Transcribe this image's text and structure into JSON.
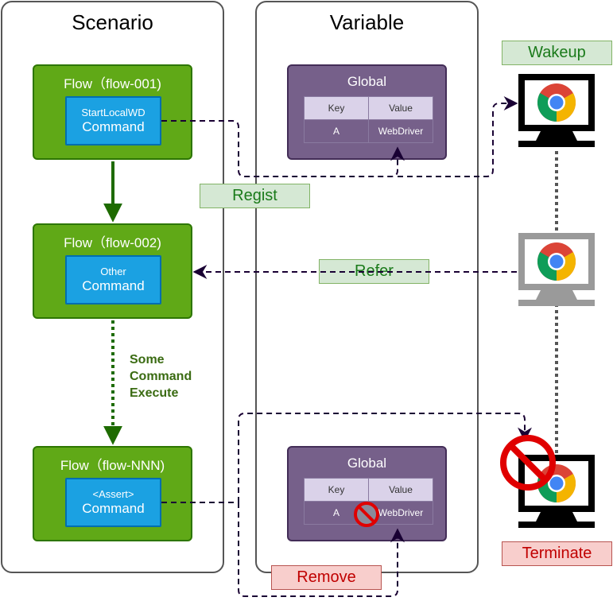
{
  "columns": {
    "scenario": "Scenario",
    "variable": "Variable"
  },
  "flows": [
    {
      "title": "Flow（flow-001)",
      "cmd_line1": "StartLocalWD",
      "cmd_line2": "Command"
    },
    {
      "title": "Flow（flow-002)",
      "cmd_line1": "Other",
      "cmd_line2": "Command"
    },
    {
      "title": "Flow（flow-NNN)",
      "cmd_line1": "<Assert>",
      "cmd_line2": "Command"
    }
  ],
  "globals": [
    {
      "title": "Global",
      "key_header": "Key",
      "value_header": "Value",
      "key": "A",
      "value": "WebDriver"
    },
    {
      "title": "Global",
      "key_header": "Key",
      "value_header": "Value",
      "key": "A",
      "value": "WebDriver"
    }
  ],
  "note": {
    "line1": "Some",
    "line2": "Command",
    "line3": "Execute"
  },
  "labels": {
    "wakeup": "Wakeup",
    "regist": "Regist",
    "refer": "Refer",
    "remove": "Remove",
    "terminate": "Terminate"
  },
  "colors": {
    "flow_fill": "#60a917",
    "command_fill": "#1ba1e2",
    "global_fill": "#76608a",
    "connector": "#190033",
    "green_label_fill": "#d5e8d4",
    "red_label_fill": "#f8cecc"
  },
  "icons": [
    "chrome-icon",
    "computer-monitor-icon",
    "prohibited-icon"
  ]
}
